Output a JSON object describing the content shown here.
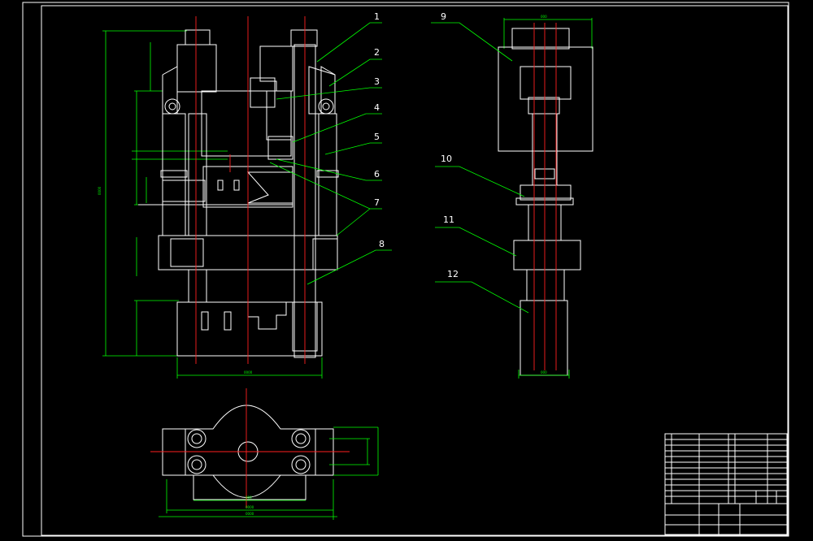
{
  "parts": [
    {
      "id": "1",
      "label": "1"
    },
    {
      "id": "2",
      "label": "2"
    },
    {
      "id": "3",
      "label": "3"
    },
    {
      "id": "4",
      "label": "4"
    },
    {
      "id": "5",
      "label": "5"
    },
    {
      "id": "6",
      "label": "6"
    },
    {
      "id": "7",
      "label": "7"
    },
    {
      "id": "8",
      "label": "8"
    },
    {
      "id": "9",
      "label": "9"
    },
    {
      "id": "10",
      "label": "10"
    },
    {
      "id": "11",
      "label": "11"
    },
    {
      "id": "12",
      "label": "12"
    }
  ],
  "title_block": {
    "drawing_title": "",
    "view_row": ""
  },
  "colors": {
    "background": "#000000",
    "outline": "#ffffff",
    "centerline": "#ff2020",
    "dimension": "#00ff00"
  }
}
